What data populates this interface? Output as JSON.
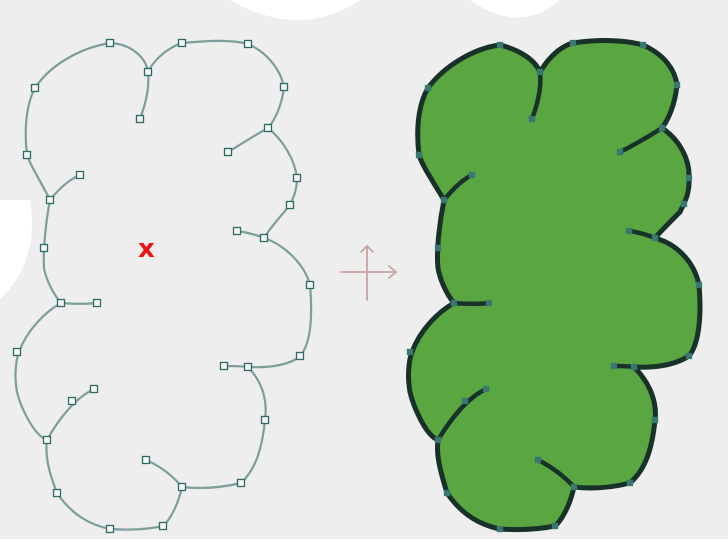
{
  "canvas": {
    "background": "#eeeeee"
  },
  "left_shape": {
    "state": "outline",
    "stroke_color": "#7d9e9a",
    "handle_color": "#2f6b66",
    "handle_fill": "#f3f6f5"
  },
  "center_marker": {
    "text": "x",
    "color": "#ee1111"
  },
  "arrow": {
    "icon": "plus-arrow-icon",
    "color": "#c8a3a3"
  },
  "right_shape": {
    "state": "filled",
    "fill_color": "#5aa640",
    "stroke_color": "#183229",
    "handle_color": "#3a7672"
  }
}
